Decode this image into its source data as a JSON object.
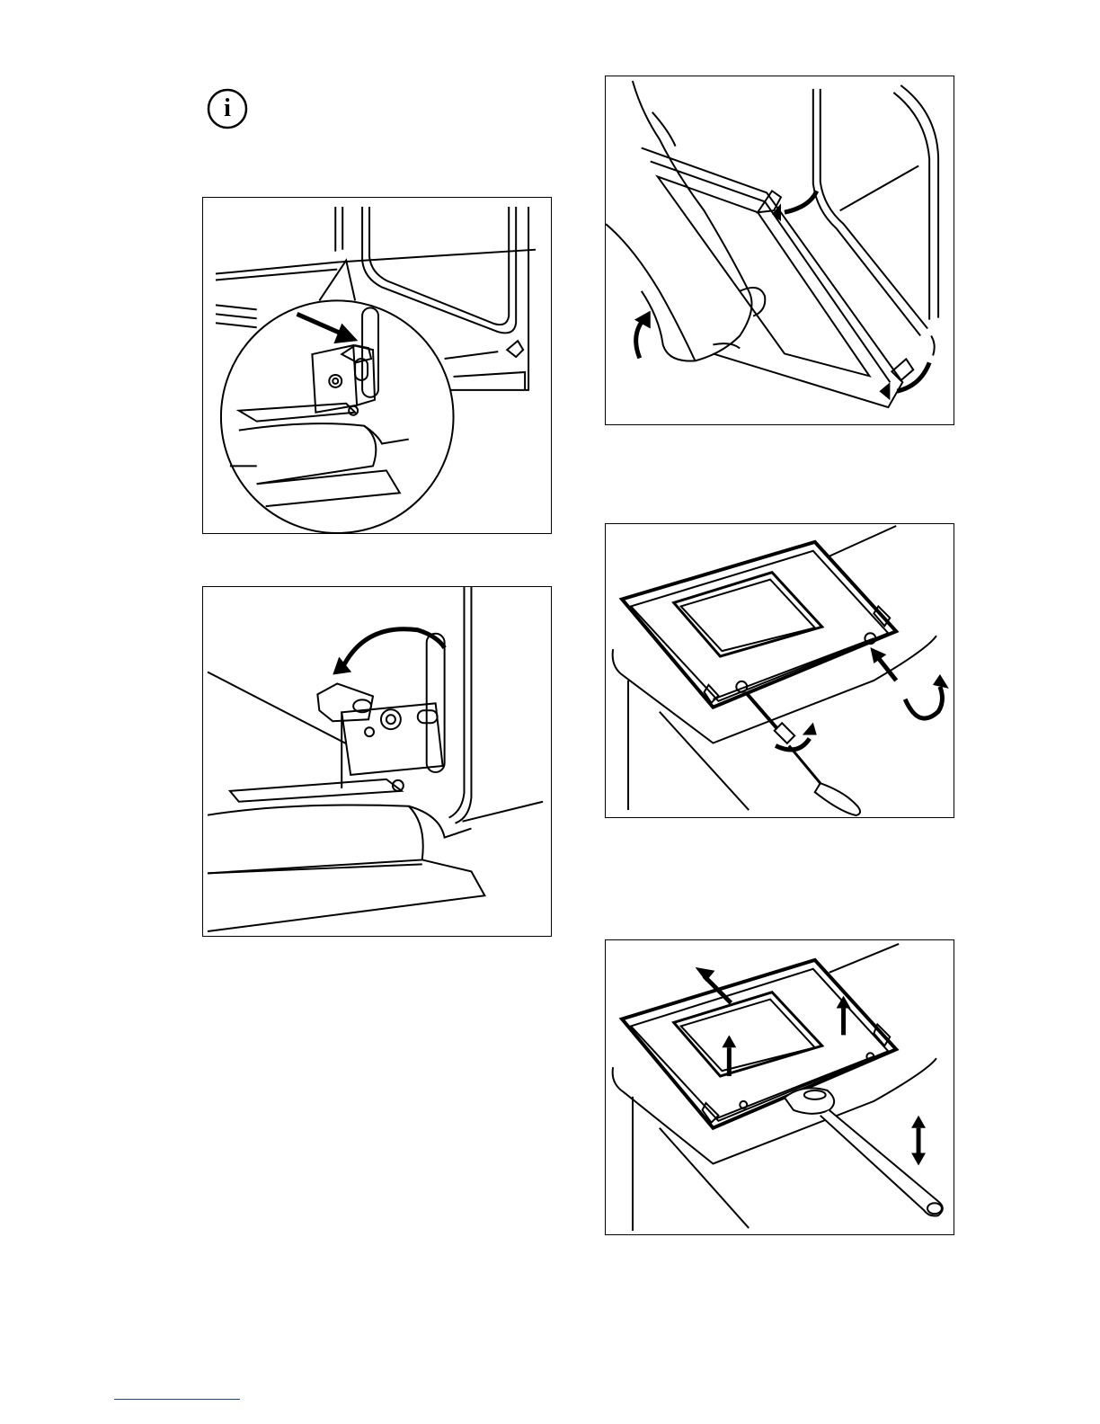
{
  "page": {
    "info_icon": "info-icon",
    "info_glyph": "i",
    "footer_rule_color": "#1a3fb0"
  },
  "figures": [
    {
      "name": "figure-hinge-lever-closeup",
      "icon": "hinge-lever-press-illustration"
    },
    {
      "name": "figure-hinge-lever-rotate",
      "icon": "hinge-lever-rotate-illustration"
    },
    {
      "name": "figure-door-lift-off",
      "icon": "door-removal-illustration"
    },
    {
      "name": "figure-door-screws-loosen",
      "icon": "screwdriver-illustration"
    },
    {
      "name": "figure-glass-panel-removal",
      "icon": "glass-panel-lift-illustration"
    }
  ]
}
